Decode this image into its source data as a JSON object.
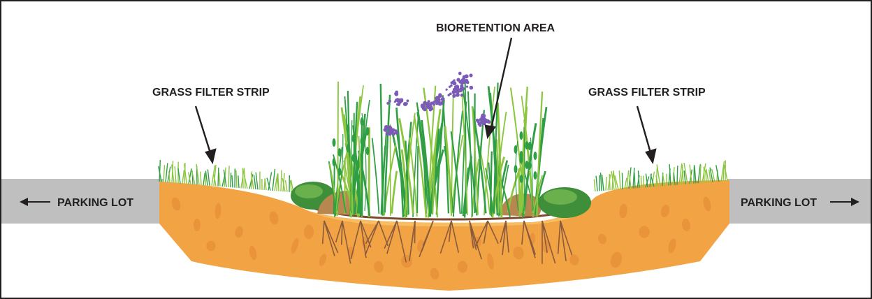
{
  "labels": {
    "bioretention_area": "BIORETENTION AREA",
    "grass_filter_strip_left": "GRASS FILTER STRIP",
    "grass_filter_strip_right": "GRASS FILTER STRIP",
    "parking_lot_left": "PARKING LOT",
    "parking_lot_right": "PARKING LOT"
  },
  "colors": {
    "soil": "#f2a445",
    "soil_light": "#f6bd63",
    "soil_blob": "#e8913a",
    "parking_lot": "#bfbfbf",
    "grass_dark": "#2f9e44",
    "grass_light": "#8cc63f",
    "flower": "#7b5bb6",
    "boulder": "#b8864f",
    "roots": "#8a5a3c",
    "arrow": "#231f20"
  },
  "icons": {
    "parking_arrow_left": "arrow-left",
    "parking_arrow_right": "arrow-right"
  }
}
